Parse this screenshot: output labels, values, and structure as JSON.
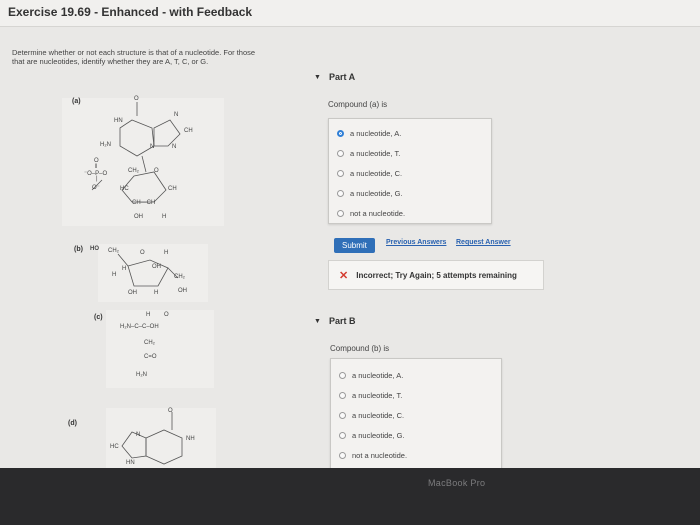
{
  "exercise_title": "Exercise 19.69 - Enhanced - with Feedback",
  "intro": "Determine whether or not each structure is that of a nucleotide. For those that are nucleotides, identify whether they are A, T, C, or G.",
  "structures": [
    {
      "label": "(a)"
    },
    {
      "label": "(b)"
    },
    {
      "label": "(c)"
    },
    {
      "label": "(d)"
    }
  ],
  "chem_text": {
    "a": [
      "O",
      "N",
      "HN",
      "CH",
      "H₂N",
      "N",
      "N",
      "O",
      "‖",
      "⁻O–P–O",
      "|",
      "O⁻",
      "CH₂",
      "O",
      "HC",
      "CH",
      "CH—CH",
      "OH",
      "H"
    ],
    "b": [
      "HO",
      "CH₂",
      "O",
      "H",
      "H",
      "OH",
      "H",
      "CH₂",
      "OH",
      "H",
      "OH"
    ],
    "c": [
      "H",
      "O",
      "H₂N–C–C–OH",
      "CH₂",
      "C=O",
      "H₂N"
    ],
    "d": [
      "O",
      "N",
      "NH",
      "HC",
      "HN"
    ]
  },
  "partA": {
    "title": "Part A",
    "prompt": "Compound (a) is",
    "options": [
      "a nucleotide, A.",
      "a nucleotide, T.",
      "a nucleotide, C.",
      "a nucleotide, G.",
      "not a nucleotide."
    ],
    "selected_index": 0,
    "submit_label": "Submit",
    "previous_answers": "Previous Answers",
    "request_answer": "Request Answer",
    "feedback": "Incorrect; Try Again; 5 attempts remaining"
  },
  "partB": {
    "title": "Part B",
    "prompt": "Compound (b) is",
    "options": [
      "a nucleotide, A.",
      "a nucleotide, T.",
      "a nucleotide, C.",
      "a nucleotide, G.",
      "not a nucleotide."
    ]
  },
  "bezel_brand": "MacBook Pro",
  "colors": {
    "accent": "#2f6fb8",
    "error": "#d43b2f",
    "selected_radio": "#2f7fd6"
  }
}
